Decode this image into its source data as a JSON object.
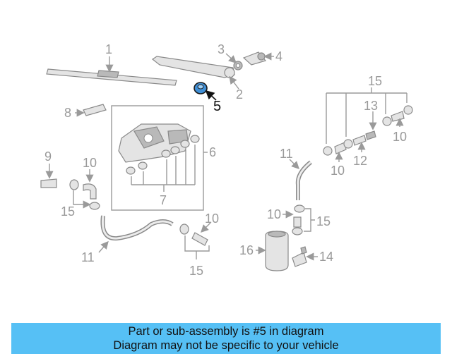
{
  "callouts": {
    "c1": "1",
    "c2": "2",
    "c3": "3",
    "c4": "4",
    "c5": "5",
    "c6": "6",
    "c7": "7",
    "c8": "8",
    "c9": "9",
    "c10a": "10",
    "c10b": "10",
    "c10c": "10",
    "c10d": "10",
    "c10e": "10",
    "c11a": "11",
    "c11b": "11",
    "c12": "12",
    "c13": "13",
    "c14": "14",
    "c15a": "15",
    "c15b": "15",
    "c15c": "15",
    "c15d": "15",
    "c16": "16"
  },
  "highlight": {
    "part_number": "5",
    "color": "#3f8fd6"
  },
  "banner": {
    "line1": "Part or sub-assembly is #5 in diagram",
    "line2": "Diagram may not be specific to your vehicle",
    "background": "#56c0f5"
  }
}
